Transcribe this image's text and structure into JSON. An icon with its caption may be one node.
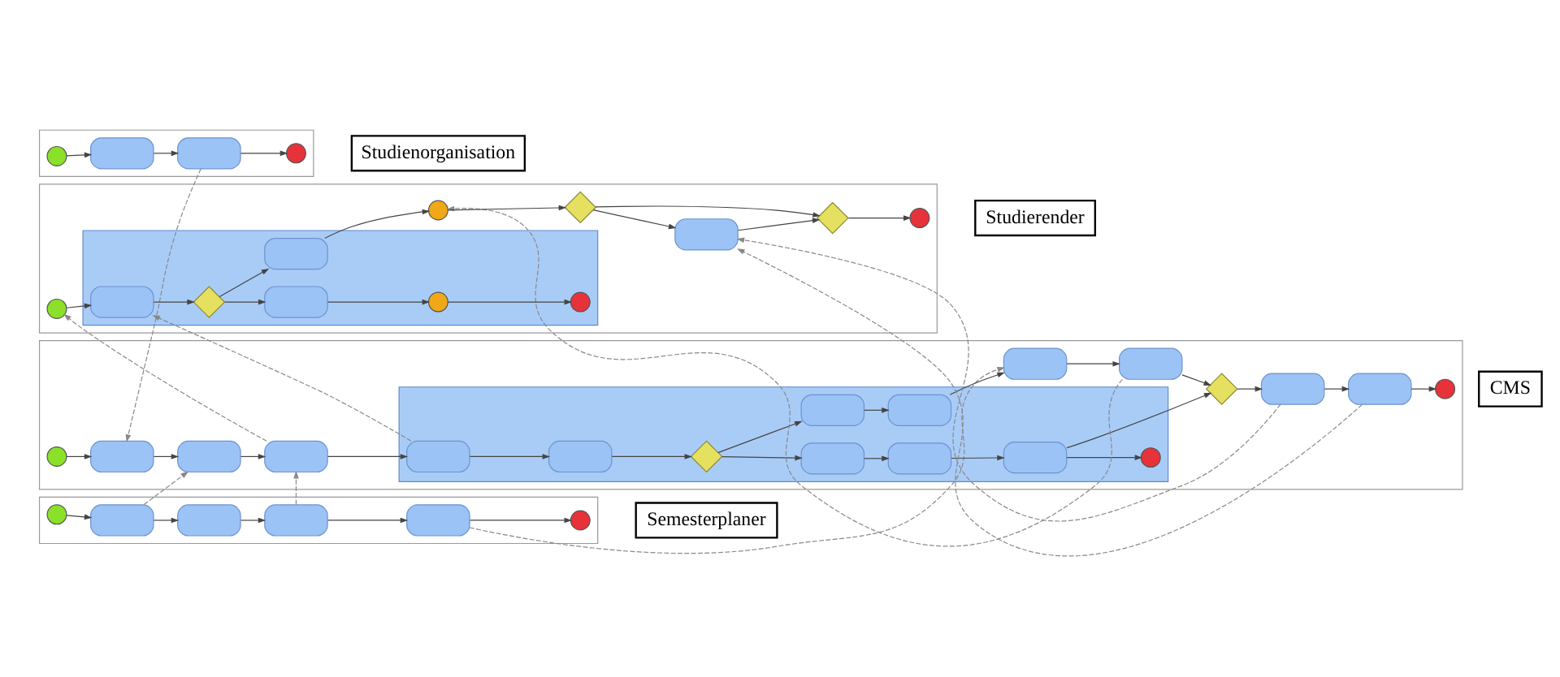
{
  "diagram": {
    "nodes": [
      {
        "text": [],
        "shape": "box"
      },
      {
        "text": [],
        "shape": "circle",
        "in": 0
      },
      {
        "text": [],
        "shape": "box",
        "in": 0
      },
      {
        "text": [],
        "shape": "box",
        "in": 0
      },
      {
        "text": [],
        "shape": "circle",
        "in": 0
      },
      {
        "text": [],
        "shape": "box"
      },
      {
        "text": [],
        "shape": "circle",
        "in": 5
      },
      {
        "text": [],
        "shape": "box",
        "in": 5
      },
      {
        "text": [],
        "shape": "box",
        "in": 5
      },
      {
        "text": [],
        "shape": "box",
        "in": 5
      },
      {
        "text": [],
        "shape": "box",
        "in": 5
      },
      {
        "text": [],
        "shape": "circle",
        "in": 5
      },
      {
        "text": [],
        "shape": "box"
      },
      {
        "text": [],
        "shape": "circle",
        "in": 12
      },
      {
        "text": [],
        "shape": "box",
        "in": 12
      },
      {
        "text": [],
        "shape": "box",
        "in": 12
      },
      {
        "text": [],
        "shape": "box",
        "in": 12
      },
      {
        "text": [],
        "shape": "box",
        "in": 12
      },
      {
        "text": [],
        "shape": "box",
        "in": 17
      },
      {
        "text": [],
        "shape": "box",
        "in": 17
      },
      {
        "text": [],
        "shape": "diamond",
        "in": 17
      },
      {
        "text": [],
        "shape": "box",
        "in": 17
      },
      {
        "text": [],
        "shape": "box",
        "in": 17
      },
      {
        "text": [],
        "shape": "box",
        "in": 17
      },
      {
        "text": [],
        "shape": "box",
        "in": 17
      },
      {
        "text": [],
        "shape": "box",
        "in": 17
      },
      {
        "text": [],
        "shape": "circle",
        "in": 17
      },
      {
        "text": [],
        "shape": "box",
        "in": 12
      },
      {
        "text": [],
        "shape": "box",
        "in": 12
      },
      {
        "text": [],
        "shape": "diamond",
        "in": 12
      },
      {
        "text": [],
        "shape": "box",
        "in": 12
      },
      {
        "text": [],
        "shape": "box",
        "in": 12
      },
      {
        "text": [],
        "shape": "circle",
        "in": 12
      },
      {
        "text": [],
        "shape": "box"
      },
      {
        "text": [],
        "shape": "circle",
        "in": 33
      },
      {
        "text": [],
        "shape": "box",
        "in": 33
      },
      {
        "text": [],
        "shape": "box",
        "in": 35
      },
      {
        "text": [],
        "shape": "diamond",
        "in": 35
      },
      {
        "text": [],
        "shape": "box",
        "in": 35
      },
      {
        "text": [],
        "shape": "box",
        "in": 35
      },
      {
        "text": [],
        "shape": "circle",
        "in": 35
      },
      {
        "text": [],
        "shape": "circle",
        "in": 35
      },
      {
        "text": [],
        "shape": "circle",
        "in": 33
      },
      {
        "text": [],
        "shape": "diamond",
        "in": 33
      },
      {
        "text": [],
        "shape": "box",
        "in": 33
      },
      {
        "text": [],
        "shape": "diamond",
        "in": 33
      },
      {
        "text": [],
        "shape": "circle",
        "in": 33
      },
      {
        "text": [
          "Studienorganisation"
        ]
      },
      {
        "text": [
          "Semesterplaner"
        ]
      },
      {
        "text": [
          "CMS"
        ]
      },
      {
        "text": [
          "Studierender"
        ]
      }
    ],
    "edges": [
      {
        "from": 1,
        "to": 2,
        "arrow": "to"
      },
      {
        "from": 2,
        "to": 3,
        "arrow": "to"
      },
      {
        "from": 3,
        "to": 4,
        "arrow": "to"
      },
      {
        "from": 6,
        "to": 7,
        "arrow": "to"
      },
      {
        "from": 7,
        "to": 8,
        "arrow": "to"
      },
      {
        "from": 8,
        "to": 9,
        "arrow": "to"
      },
      {
        "from": 9,
        "to": 10,
        "arrow": "to"
      },
      {
        "from": 10,
        "to": 11,
        "arrow": "to"
      },
      {
        "from": 13,
        "to": 14,
        "arrow": "to"
      },
      {
        "from": 14,
        "to": 15,
        "arrow": "to"
      },
      {
        "from": 15,
        "to": 16,
        "arrow": "to"
      },
      {
        "from": 16,
        "to": 18,
        "arrow": "to"
      },
      {
        "from": 18,
        "to": 19,
        "arrow": "to"
      },
      {
        "from": 19,
        "to": 20,
        "arrow": "to"
      },
      {
        "from": 20,
        "to": 21,
        "arrow": "to"
      },
      {
        "from": 20,
        "to": 22,
        "arrow": "to"
      },
      {
        "from": 21,
        "to": 23,
        "arrow": "to"
      },
      {
        "from": 23,
        "to": 24,
        "arrow": "to"
      },
      {
        "from": 24,
        "to": 26,
        "arrow": "to"
      },
      {
        "from": 22,
        "to": 25,
        "arrow": "to"
      },
      {
        "from": 24,
        "to": 29,
        "arrow": "to"
      },
      {
        "from": 25,
        "to": 27,
        "arrow": "to"
      },
      {
        "from": 27,
        "to": 28,
        "arrow": "to"
      },
      {
        "from": 28,
        "to": 29,
        "arrow": "to"
      },
      {
        "from": 29,
        "to": 30,
        "arrow": "to"
      },
      {
        "from": 30,
        "to": 31,
        "arrow": "to"
      },
      {
        "from": 31,
        "to": 32,
        "arrow": "to"
      },
      {
        "from": 34,
        "to": 36,
        "arrow": "to"
      },
      {
        "from": 36,
        "to": 37,
        "arrow": "to"
      },
      {
        "from": 37,
        "to": 38,
        "arrow": "to"
      },
      {
        "from": 37,
        "to": 39,
        "arrow": "to"
      },
      {
        "from": 38,
        "to": 40,
        "arrow": "to"
      },
      {
        "from": 40,
        "to": 41,
        "arrow": "to"
      },
      {
        "from": 39,
        "to": 42,
        "arrow": "to"
      },
      {
        "from": 42,
        "to": 43,
        "arrow": "to"
      },
      {
        "from": 43,
        "to": 44,
        "arrow": "to"
      },
      {
        "from": 43,
        "to": 45,
        "arrow": "to"
      },
      {
        "from": 44,
        "to": 45,
        "arrow": "to"
      },
      {
        "from": 45,
        "to": 46,
        "arrow": "to"
      },
      {
        "from": 3,
        "to": 14,
        "arrow": "to",
        "style": "dashed",
        "color": "#888888"
      },
      {
        "from": 7,
        "to": 15,
        "arrow": "to",
        "style": "dashed",
        "color": "#888888"
      },
      {
        "from": 9,
        "to": 16,
        "arrow": "to",
        "style": "dashed",
        "color": "#888888"
      },
      {
        "from": 16,
        "to": 34,
        "arrow": "to",
        "style": "dashed",
        "color": "#888888"
      },
      {
        "from": 10,
        "to": 27,
        "arrow": "to",
        "style": "dashed",
        "color": "#888888"
      },
      {
        "from": 18,
        "to": 36,
        "arrow": "to",
        "style": "dashed",
        "color": "#888888"
      },
      {
        "from": 28,
        "to": 42,
        "arrow": "to",
        "style": "dashed",
        "color": "#888888"
      },
      {
        "from": 30,
        "to": 44,
        "arrow": "to",
        "style": "dashed",
        "color": "#888888"
      },
      {
        "from": 31,
        "to": 44,
        "arrow": "to",
        "style": "dashed",
        "color": "#888888"
      }
    ]
  }
}
